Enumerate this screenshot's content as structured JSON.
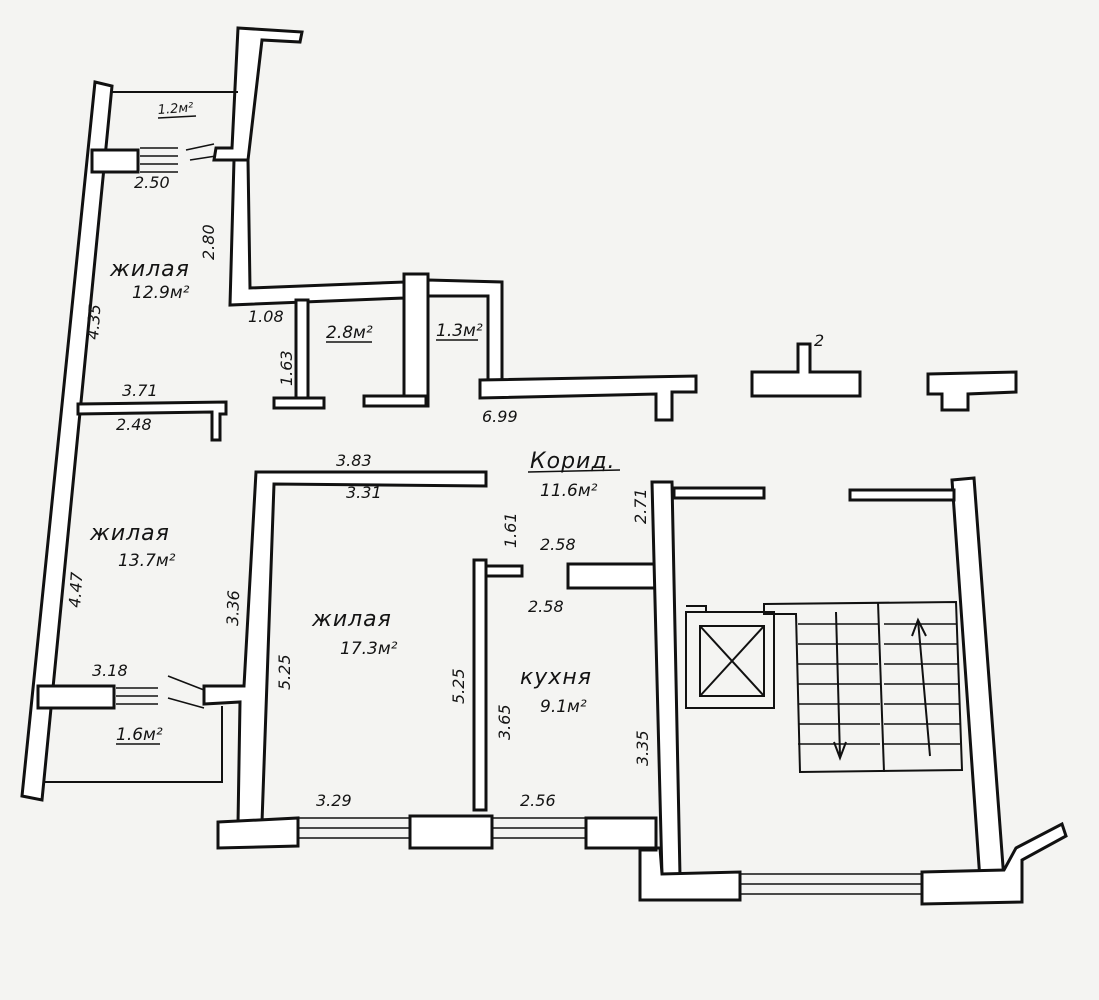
{
  "rooms": {
    "living_top": {
      "name": "жилая",
      "area": "12.9м²"
    },
    "living_left": {
      "name": "жилая",
      "area": "13.7м²"
    },
    "living_center": {
      "name": "жилая",
      "area": "17.3м²"
    },
    "kitchen": {
      "name": "кухня",
      "area": "9.1м²"
    },
    "corridor": {
      "name": "Корид.",
      "area": "11.6м²"
    }
  },
  "areas": {
    "balcony_top": "1.2м²",
    "bath_1": "2.8м²",
    "bath_2": "1.3м²",
    "balcony_bottom": "1.6м²"
  },
  "dimensions": {
    "d_2_50": "2.50",
    "d_2_80": "2.80",
    "d_4_35": "4.35",
    "d_1_08": "1.08",
    "d_1_63": "1.63",
    "d_3_71": "3.71",
    "d_2_48": "2.48",
    "d_6_99": "6.99",
    "d_3_83": "3.83",
    "d_3_31": "3.31",
    "d_1_61": "1.61",
    "d_2_71": "2.71",
    "d_2_58_top": "2.58",
    "d_2_58_bottom": "2.58",
    "d_4_47": "4.47",
    "d_3_36": "3.36",
    "d_5_25_left": "5.25",
    "d_5_25_right": "5.25",
    "d_3_65": "3.65",
    "d_3_35": "3.35",
    "d_3_18": "3.18",
    "d_3_29": "3.29",
    "d_2_56": "2.56"
  },
  "marks": {
    "two": "2"
  },
  "colors": {
    "ink": "#111111",
    "paper": "#f4f4f2",
    "wall_fill": "#ffffff"
  }
}
